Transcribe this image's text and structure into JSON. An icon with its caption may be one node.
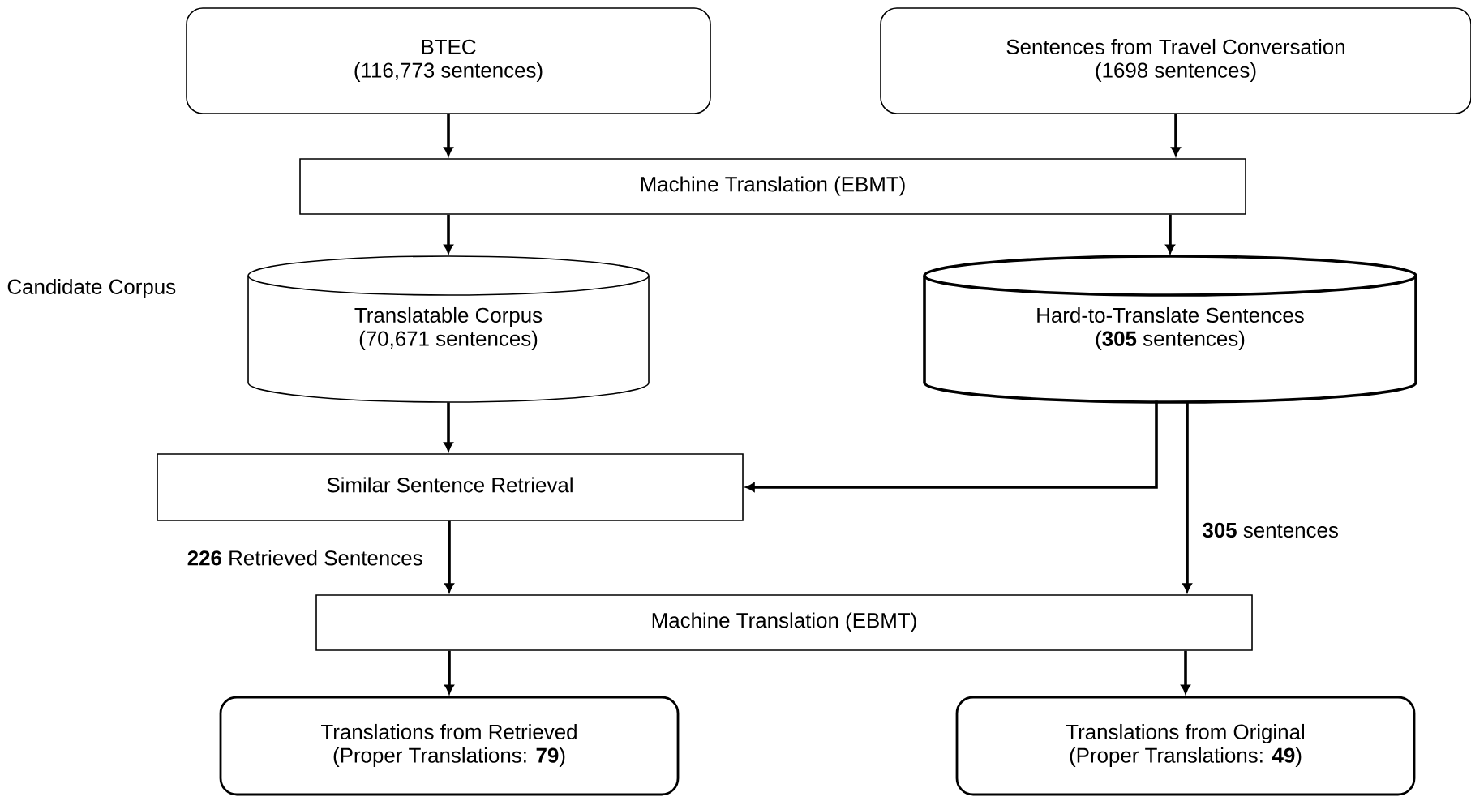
{
  "diagram": {
    "nodes": [
      {
        "text": [
          "BTEC",
          "(116,773 sentences)"
        ]
      },
      {
        "text": [
          "Sentences from Travel Conversation",
          "(1698 sentences)"
        ]
      },
      {
        "text": [
          "Machine Translation (EBMT)"
        ]
      },
      {
        "text": [
          "Translatable Corpus",
          "(70,671 sentences)"
        ],
        "beside": [
          "Candidate Corpus"
        ]
      },
      {
        "text": [
          "Hard-to-Translate Sentences",
          "(**305** sentences)"
        ]
      },
      {
        "text": [
          "Similar Sentence Retrieval"
        ]
      },
      {
        "text": [
          "Machine Translation (EBMT)"
        ]
      },
      {
        "text": [
          "Translations from Retrieved",
          "(Proper Translations: **79**)"
        ]
      },
      {
        "text": [
          "Translations from Original",
          "(Proper Translations: **49**)"
        ]
      }
    ],
    "edges": [
      {
        "from": 0,
        "to": 2,
        "arrow": "to"
      },
      {
        "from": 1,
        "to": 2,
        "arrow": "to"
      },
      {
        "from": 2,
        "to": 3,
        "arrow": "to"
      },
      {
        "from": 2,
        "to": 4,
        "arrow": "to"
      },
      {
        "from": 3,
        "to": 5,
        "arrow": "to"
      },
      {
        "from": 4,
        "to": 5,
        "arrow": "to"
      },
      {
        "from": 4,
        "to": 6,
        "arrow": "to",
        "label": "**305** sentences"
      },
      {
        "from": 5,
        "to": 6,
        "arrow": "to",
        "label": "**226** Retrieved Sentences"
      },
      {
        "from": 6,
        "to": 7,
        "arrow": "to"
      },
      {
        "from": 6,
        "to": 8,
        "arrow": "to"
      }
    ]
  }
}
